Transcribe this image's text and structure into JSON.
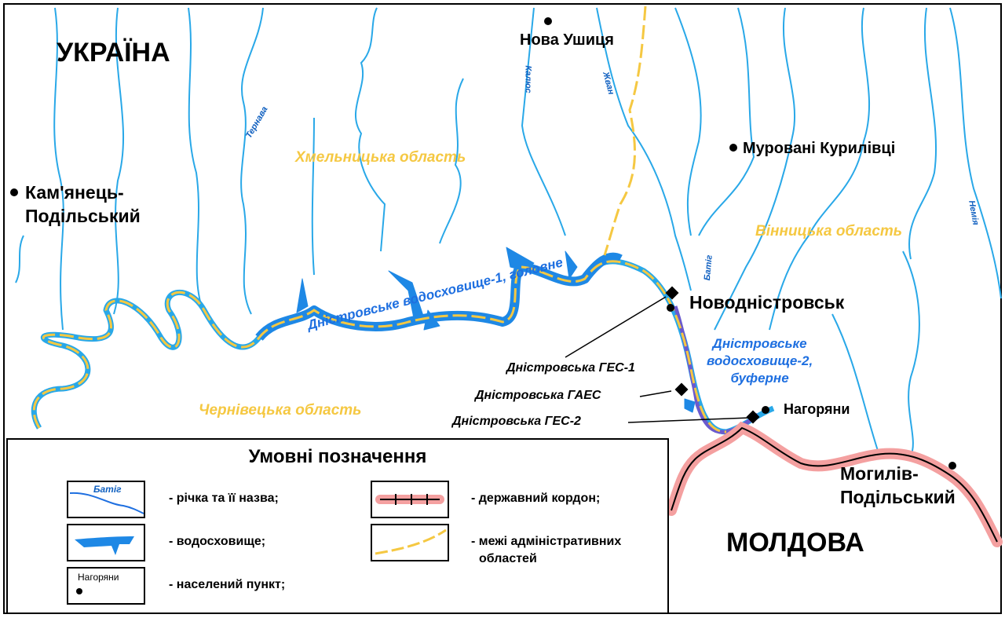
{
  "countries": {
    "ukraine": "УКРАЇНА",
    "moldova": "МОЛДОВА"
  },
  "regions": {
    "khmelnytska": "Хмельницька область",
    "vinnytska": "Вінницька область",
    "chernivetska": "Чернівецька область"
  },
  "settlements": {
    "nova_ushytsia": "Нова Ушиця",
    "murovani": "Муровані Курилівці",
    "kamianets_1": "Кам'янець-",
    "kamianets_2": "Подільський",
    "novodnistrovsk": "Новодністровськ",
    "nahoriany": "Нагоряни",
    "mohyliv_1": "Могилів-",
    "mohyliv_2": "Подільський"
  },
  "rivers": {
    "ternava": "Тернава",
    "kalius": "Калюс",
    "zhvan": "Жван",
    "batih": "Батіг",
    "nemiia": "Немія"
  },
  "reservoirs": {
    "main": "Дністровське водосховище-1, головне",
    "buffer_1": "Дністровське",
    "buffer_2": "водосховище-2,",
    "buffer_3": "буферне"
  },
  "plants": {
    "ges1": "Дністровська ГЕС-1",
    "gaes": "Дністровська ГАЕС",
    "ges2": "Дністровська ГЕС-2"
  },
  "legend": {
    "title": "Умовні позначення",
    "river_sample": "Батіг",
    "river": "- річка та її назва;",
    "reservoir": "- водосховище;",
    "settlement_sample": "Нагоряни",
    "settlement": "- населений пункт;",
    "border": "- державний кордон;",
    "admin_1": "- межі адміністративних",
    "admin_2": "областей"
  },
  "colors": {
    "river": "#29a8e8",
    "reservoir": "#1e88e5",
    "admin_boundary": "#f5c842",
    "state_border": "#f4a0a0",
    "label_blue": "#1e6fe0"
  }
}
